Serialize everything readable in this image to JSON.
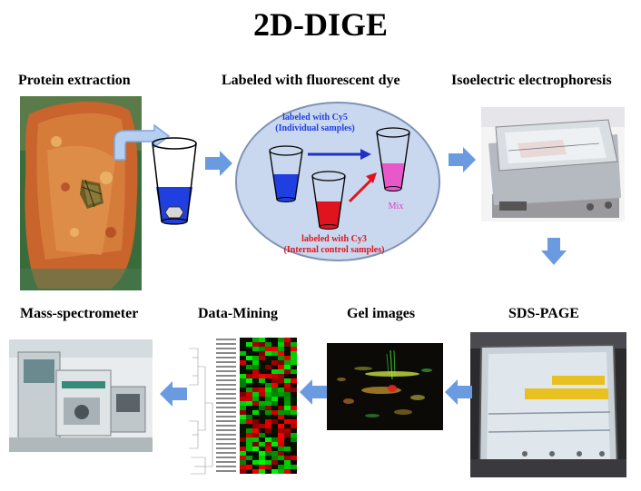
{
  "title": "2D-DIGE",
  "steps": {
    "protein_extraction": "Protein extraction",
    "labeled": "Labeled with fluorescent dye",
    "isoelectric": "Isoelectric electrophoresis",
    "sds_page": "SDS-PAGE",
    "gel_images": "Gel images",
    "data_mining": "Data-Mining",
    "mass_spec": "Mass-spectrometer"
  },
  "labels": {
    "cy5_line1": "labeled with Cy5",
    "cy5_line2": "(Individual samples)",
    "cy3_line1": "labeled with Cy3",
    "cy3_line2": "(Internal control samples)",
    "mix": "Mix"
  },
  "colors": {
    "cy5": "#1f3fe0",
    "cy3": "#e0141e",
    "mix": "#e040c0",
    "arrow": "#6a9be0",
    "circle": "#c9d8ee"
  }
}
